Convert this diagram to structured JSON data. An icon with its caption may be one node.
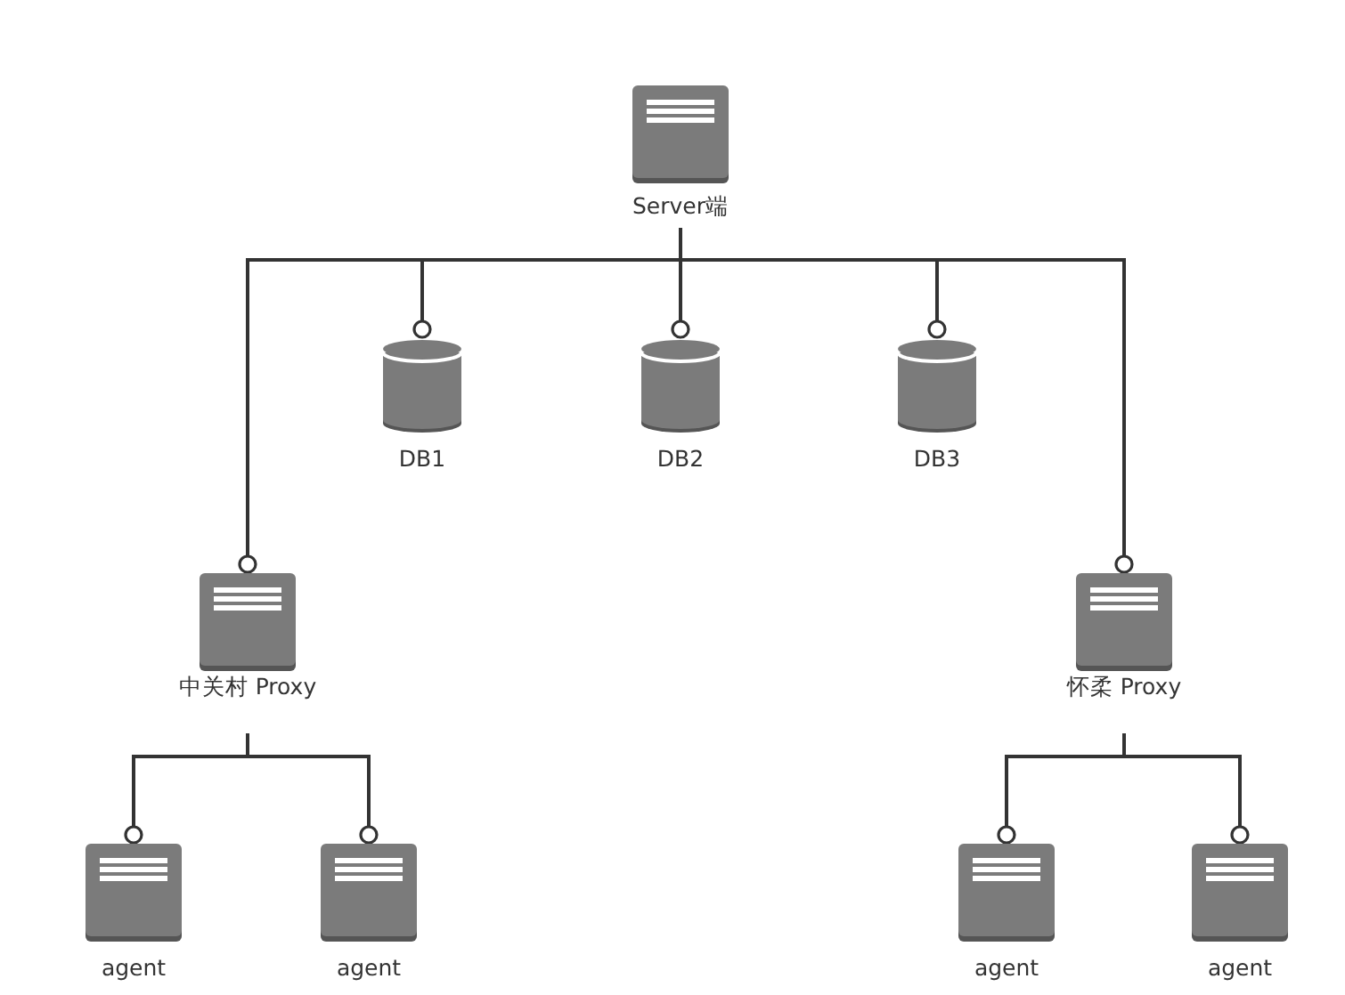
{
  "diagram": {
    "nodes": [
      {
        "text": [
          "Server端"
        ]
      },
      {
        "text": [
          "DB1"
        ]
      },
      {
        "text": [
          "DB2"
        ]
      },
      {
        "text": [
          "DB3"
        ]
      },
      {
        "text": [
          "中关村 Proxy"
        ]
      },
      {
        "text": [
          "怀柔 Proxy"
        ]
      },
      {
        "text": [
          "agent"
        ]
      },
      {
        "text": [
          "agent"
        ]
      },
      {
        "text": [
          "agent"
        ]
      },
      {
        "text": [
          "agent"
        ]
      }
    ],
    "edges": [
      {
        "from": 0,
        "to": 1,
        "arrow": "other"
      },
      {
        "from": 0,
        "to": 2,
        "arrow": "other"
      },
      {
        "from": 0,
        "to": 3,
        "arrow": "other"
      },
      {
        "from": 0,
        "to": 4,
        "arrow": "other"
      },
      {
        "from": 0,
        "to": 5,
        "arrow": "other"
      },
      {
        "from": 4,
        "to": 6,
        "arrow": "other"
      },
      {
        "from": 4,
        "to": 7,
        "arrow": "other"
      },
      {
        "from": 5,
        "to": 8,
        "arrow": "other"
      },
      {
        "from": 5,
        "to": 9,
        "arrow": "other"
      }
    ]
  }
}
